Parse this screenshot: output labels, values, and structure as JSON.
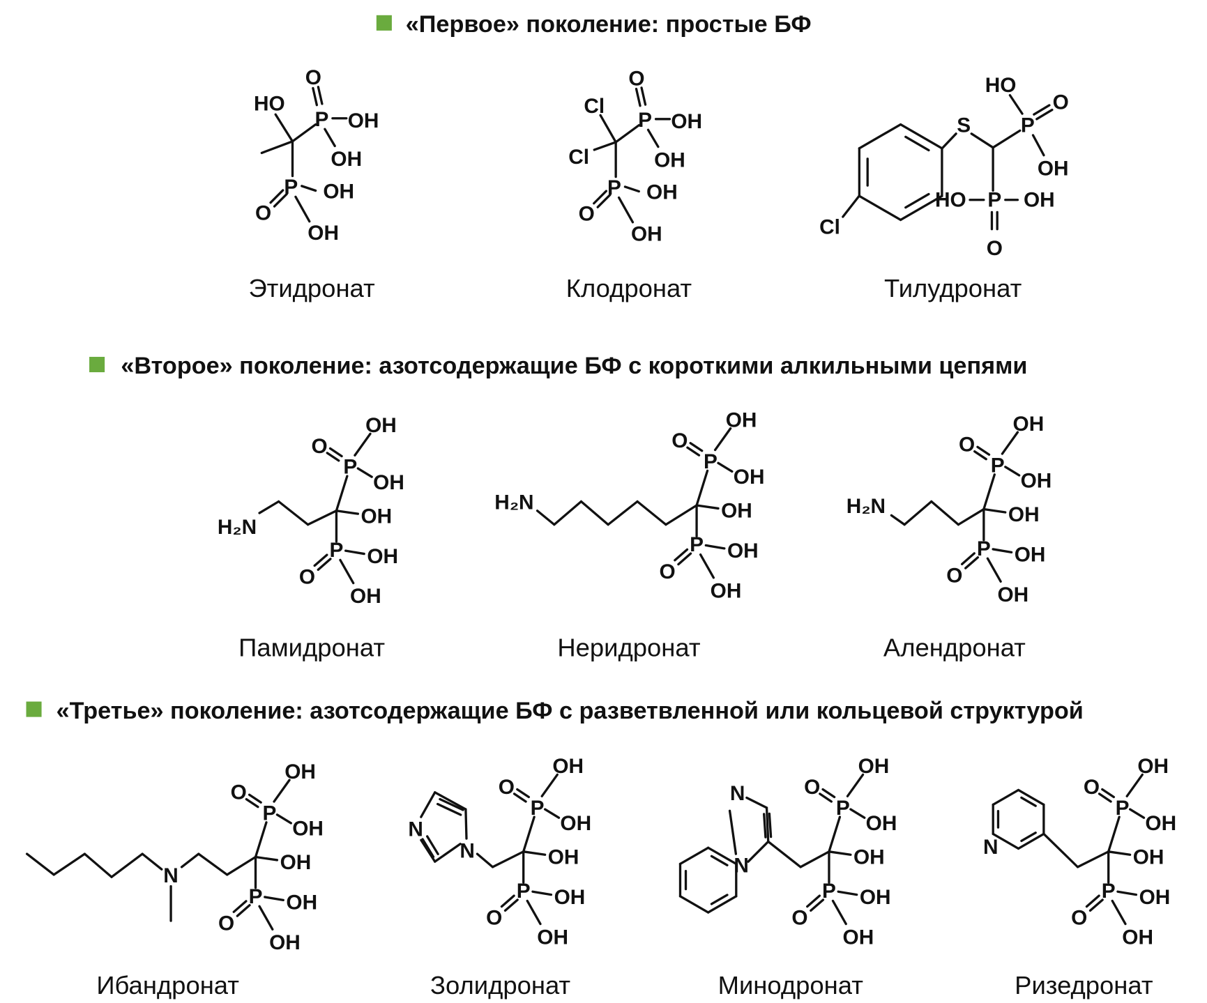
{
  "accent_color": "#6aab3e",
  "sections": [
    {
      "title": "«Первое» поколение: простые БФ",
      "compounds": [
        "Этидронат",
        "Клодронат",
        "Тилудронат"
      ]
    },
    {
      "title": "«Второе» поколение: азотсодержащие БФ с короткими алкильными цепями",
      "compounds": [
        "Памидронат",
        "Неридронат",
        "Алендронат"
      ]
    },
    {
      "title": "«Третье» поколение: азотсодержащие БФ с разветвленной или кольцевой структурой",
      "compounds": [
        "Ибандронат",
        "Золидронат",
        "Минодронат",
        "Ризедронат"
      ]
    }
  ]
}
